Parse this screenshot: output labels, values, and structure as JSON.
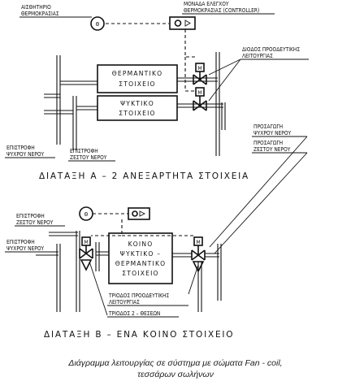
{
  "part_a": {
    "sensor": [
      "ΑΙΣΘΗΤΗΡΙΟ",
      "ΘΕΡΜΟΚΡΑΣΙΑΣ"
    ],
    "controller": [
      "ΜΟΝΑΔΑ ΕΛΕΓΧΟΥ",
      "ΘΕΡΜΟΚΡΑΣΙΑΣ (CONTROLLER)"
    ],
    "valve": [
      "ΔΙΟΔΟΣ ΠΡΟΟΔΕΥΤΙΚΗΣ",
      "ΛΕΙΤΟΥΡΓΙΑΣ"
    ],
    "heating_coil": [
      "ΘΕΡΜΑΝΤΙΚΟ",
      "ΣΤΟΙΧΕΙΟ"
    ],
    "cooling_coil": [
      "ΨΥΚΤΙΚΟ",
      "ΣΤΟΙΧΕΙΟ"
    ],
    "return_cold": [
      "ΕΠΙΣΤΡΟΦΗ",
      "ΨΥΧΡΟΥ ΝΕΡΟΥ"
    ],
    "return_hot": [
      "ΕΠΙΣΤΡΟΦΗ",
      "ΖΕΣΤΟΥ ΝΕΡΟΥ"
    ],
    "supply_cold": [
      "ΠΡΟΣΑΓΩΓΗ",
      "ΨΥΧΡΟΥ ΝΕΡΟΥ"
    ],
    "supply_hot": [
      "ΠΡΟΣΑΓΩΓΗ",
      "ΖΕΣΤΟΥ ΝΕΡΟΥ"
    ],
    "title": "ΔΙΑΤΑΞΗ   Α  –  2  ΑΝΕΞΑΡΤΗΤΑ  ΣΤΟΙΧΕΙΑ",
    "theta": "Θ",
    "m": "M"
  },
  "part_b": {
    "return_hot": [
      "ΕΠΙΣΤΡΟΦΗ",
      "ΖΕΣΤΟΥ ΝΕΡΟΥ"
    ],
    "return_cold": [
      "ΕΠΙΣΤΡΟΦΗ",
      "ΨΥΧΡΟΥ ΝΕΡΟΥ"
    ],
    "common_coil": [
      "ΚΟΙΝΟ",
      "ΨΥΚΤΙΚΟ –",
      "ΘΕΡΜΑΝΤΙΚΟ",
      "ΣΤΟΙΧΕΙΟ"
    ],
    "three_way": [
      "ΤΡΙΟΔΟΣ ΠΡΟΟΔΕΥΤΙΚΗΣ",
      "ΛΕΙΤΟΥΡΓΙΑΣ"
    ],
    "two_pos": "ΤΡΙΟΔΟΣ  2 – ΘΕΣΕΩΝ",
    "title": "ΔΙΑΤΑΞΗ   Β  –  ΕΝΑ  ΚΟΙΝΟ  ΣΤΟΙΧΕΙΟ",
    "theta": "Θ",
    "m": "M"
  },
  "caption": [
    "Διάγραμμα λειτουργίας σε σύστημα με σώματα Fan - coil,",
    "τεσσάρων σωλήνων"
  ]
}
